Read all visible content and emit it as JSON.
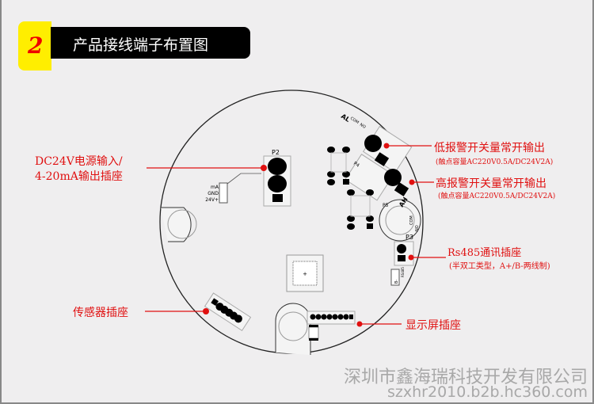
{
  "header": {
    "number": "2",
    "title": "产品接线端子布置图"
  },
  "labels": {
    "p2": "DC24V电源输入/",
    "p2b": "4-20mA输出插座",
    "low": "低报警开关量常开输出",
    "low_sub": "(触点容量AC220V0.5A/DC24V2A)",
    "high": "高报警开关量常开输出",
    "high_sub": "(触点容量AC220V0.5A/DC24V2A)",
    "rs485": "Rs485通讯插座",
    "rs485_sub": "(半双工类型，A+/B-两线制)",
    "sensor": "传感器插座",
    "display": "显示屏插座"
  },
  "board": {
    "p2": "P2",
    "p3": "P3",
    "p4": "P4",
    "p5": "P5",
    "ma": "mA",
    "gnd": "GND",
    "v24": "24V+",
    "al": "AL",
    "com": "COM",
    "no": "NO",
    "ah": "AH",
    "a": "A+",
    "b": "B-",
    "rs": "RS485"
  },
  "watermark": {
    "company": "深圳市鑫海瑞科技开发有限公司",
    "url": "szxhr2010.b2b.hc360.com"
  },
  "colors": {
    "accent": "#e01010",
    "badge": "#ffee00"
  }
}
